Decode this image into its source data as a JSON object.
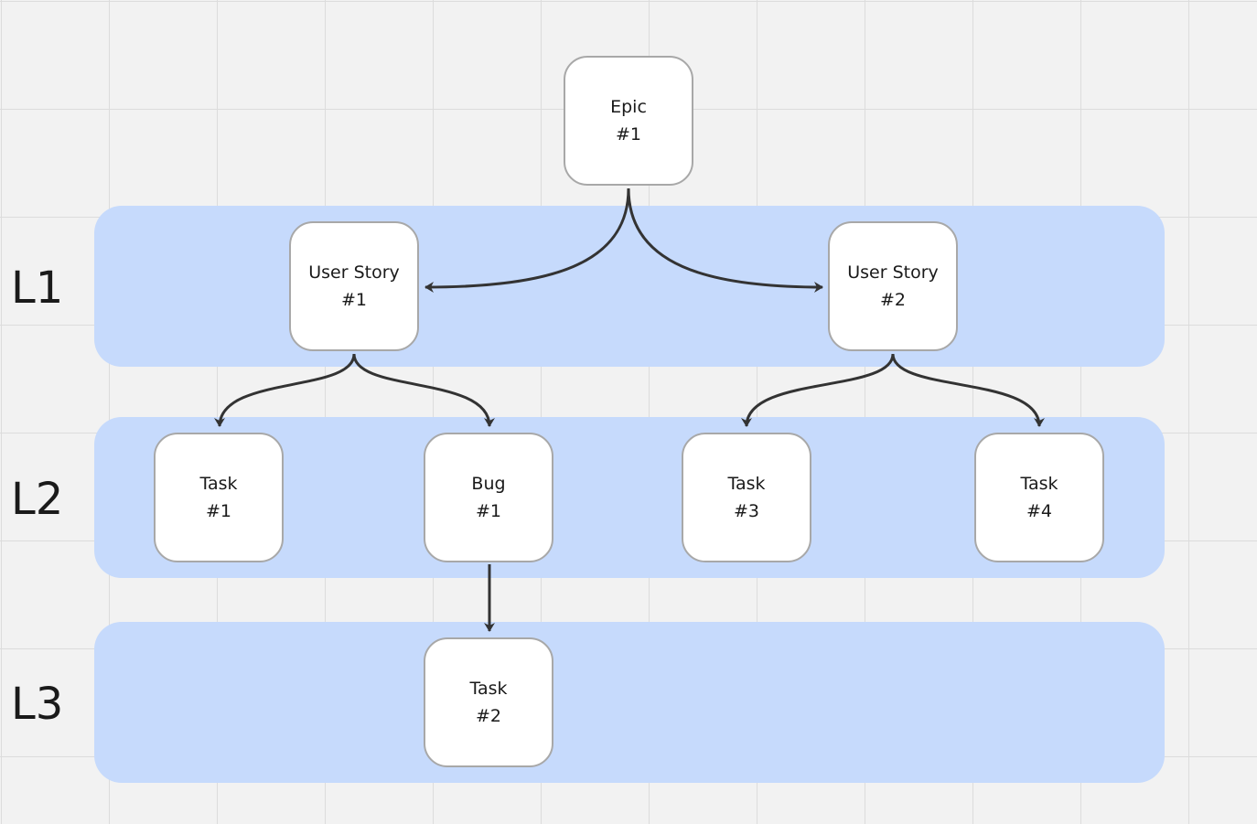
{
  "levels": [
    {
      "label": "L1"
    },
    {
      "label": "L2"
    },
    {
      "label": "L3"
    }
  ],
  "nodes": {
    "epic_1": {
      "type": "Epic",
      "number": "#1"
    },
    "user_story_1": {
      "type": "User Story",
      "number": "#1"
    },
    "user_story_2": {
      "type": "User Story",
      "number": "#2"
    },
    "task_1": {
      "type": "Task",
      "number": "#1"
    },
    "bug_1": {
      "type": "Bug",
      "number": "#1"
    },
    "task_3": {
      "type": "Task",
      "number": "#3"
    },
    "task_4": {
      "type": "Task",
      "number": "#4"
    },
    "task_2": {
      "type": "Task",
      "number": "#2"
    }
  },
  "edges": [
    {
      "from": "epic_1",
      "to": "user_story_1"
    },
    {
      "from": "epic_1",
      "to": "user_story_2"
    },
    {
      "from": "user_story_1",
      "to": "task_1"
    },
    {
      "from": "user_story_1",
      "to": "bug_1"
    },
    {
      "from": "user_story_2",
      "to": "task_3"
    },
    {
      "from": "user_story_2",
      "to": "task_4"
    },
    {
      "from": "bug_1",
      "to": "task_2"
    }
  ],
  "colors": {
    "canvas": "#f2f2f2",
    "grid": "#dcdcdc",
    "band": "#c6dafc",
    "card": "#ffffff",
    "card_border": "#a8a8a8",
    "connector": "#333333"
  }
}
